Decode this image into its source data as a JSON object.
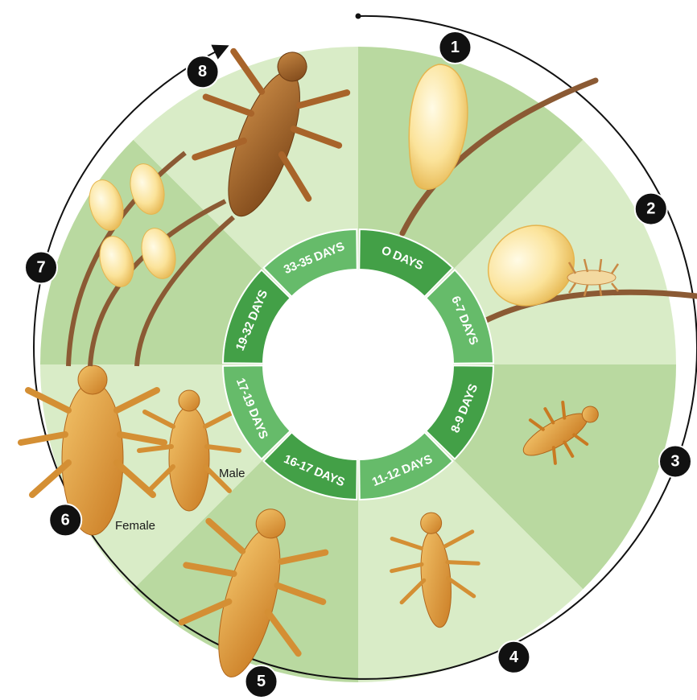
{
  "colors": {
    "sector_dark": "#b9d9a0",
    "sector_light": "#d9ecc7",
    "ring_dark": "#43a047",
    "ring_light": "#66bb6a",
    "egg": "#fbe7a3",
    "nymph": "#e0a03c",
    "adult": "#a8642a",
    "hair": "#8b5a34",
    "badge": "#111111"
  },
  "stages": [
    {
      "number": "1",
      "days": "O DAYS"
    },
    {
      "number": "2",
      "days": "6-7 DAYS"
    },
    {
      "number": "3",
      "days": "8-9 DAYS"
    },
    {
      "number": "4",
      "days": "11-12 DAYS"
    },
    {
      "number": "5",
      "days": "16-17 DAYS"
    },
    {
      "number": "6",
      "days": "17-19 DAYS"
    },
    {
      "number": "7",
      "days": "19-32 DAYS"
    },
    {
      "number": "8",
      "days": "33-35 DAYS"
    }
  ],
  "labels": {
    "male": "Male",
    "female": "Female"
  },
  "icons": [
    "egg-on-hair-icon",
    "hatching-egg-icon",
    "nymph-icon",
    "adult-louse-icon",
    "arrow-icon"
  ]
}
